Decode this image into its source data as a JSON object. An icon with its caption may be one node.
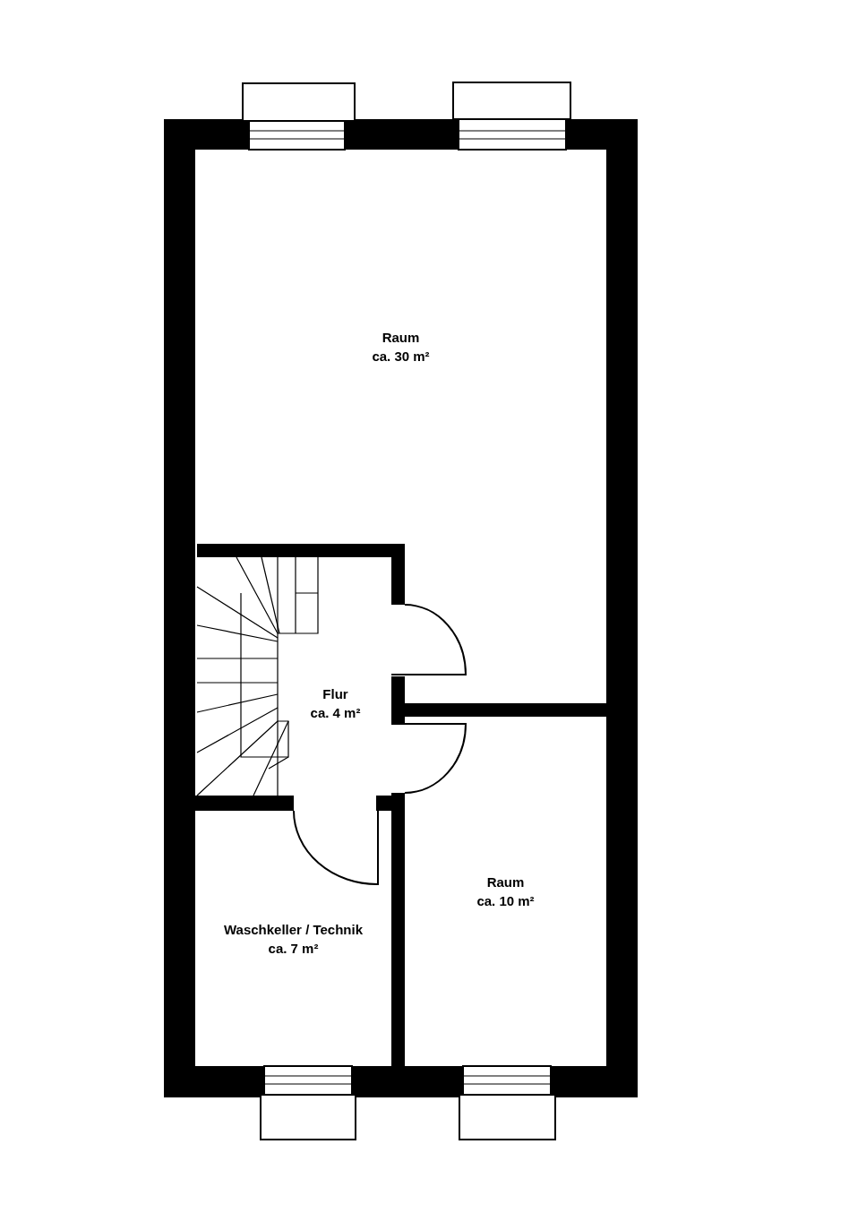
{
  "diagram": {
    "nodes": [
      {
        "text": [
          "Raum",
          "ca. 30 m²"
        ]
      },
      {
        "text": [
          "Flur",
          "ca. 4 m²"
        ]
      },
      {
        "text": [
          "Waschkeller / Technik",
          "ca. 7 m²"
        ]
      },
      {
        "text": [
          "Raum",
          "ca. 10 m²"
        ]
      }
    ]
  }
}
